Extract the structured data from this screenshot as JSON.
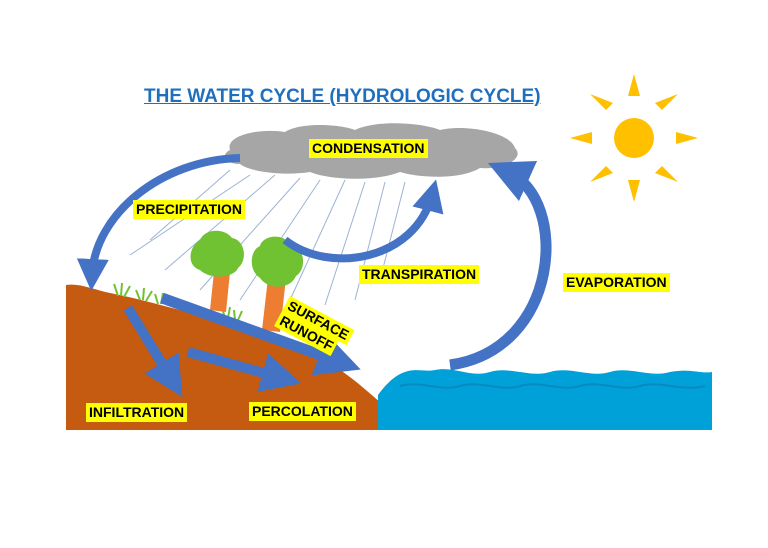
{
  "title": "THE WATER CYCLE (HYDROLOGIC CYCLE)",
  "labels": {
    "condensation": "CONDENSATION",
    "precipitation": "PRECIPITATION",
    "transpiration": "TRANSPIRATION",
    "evaporation": "EVAPORATION",
    "surface_runoff_line1": "SURFACE",
    "surface_runoff_line2": "RUNOFF",
    "infiltration": "INFILTRATION",
    "percolation": "PERCOLATION"
  },
  "colors": {
    "title": "#1f6fbf",
    "label_highlight": "#ffff00",
    "cloud": "#a6a6a6",
    "arrow": "#4472c4",
    "ground": "#c55a11",
    "water": "#00a0d8",
    "sun": "#ffc000",
    "tree_canopy": "#70c232",
    "tree_trunk": "#ed7d31",
    "grass": "#70c232"
  },
  "icons": [
    "sun-icon",
    "cloud-icon",
    "tree-icon",
    "grass-icon"
  ]
}
